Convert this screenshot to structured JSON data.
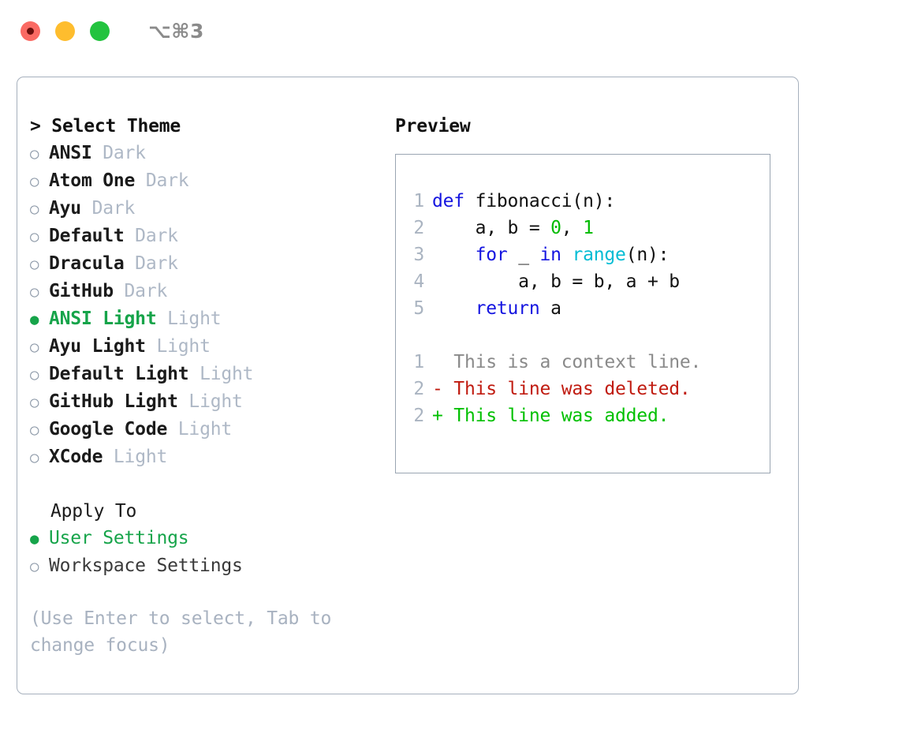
{
  "window": {
    "shortcut": "⌥⌘3",
    "traffic_lights": [
      {
        "name": "close",
        "color": "#fa6a63"
      },
      {
        "name": "minimize",
        "color": "#febd2e"
      },
      {
        "name": "maximize",
        "color": "#23c33f"
      }
    ]
  },
  "theme_section": {
    "header": "> Select Theme",
    "selected_bullet": "●",
    "unselected_bullet": "○",
    "items": [
      {
        "name": "ANSI",
        "category": "Dark",
        "selected": false
      },
      {
        "name": "Atom One",
        "category": "Dark",
        "selected": false
      },
      {
        "name": "Ayu",
        "category": "Dark",
        "selected": false
      },
      {
        "name": "Default",
        "category": "Dark",
        "selected": false
      },
      {
        "name": "Dracula",
        "category": "Dark",
        "selected": false
      },
      {
        "name": "GitHub",
        "category": "Dark",
        "selected": false
      },
      {
        "name": "ANSI Light",
        "category": "Light",
        "selected": true
      },
      {
        "name": "Ayu Light",
        "category": "Light",
        "selected": false
      },
      {
        "name": "Default Light",
        "category": "Light",
        "selected": false
      },
      {
        "name": "GitHub Light",
        "category": "Light",
        "selected": false
      },
      {
        "name": "Google Code",
        "category": "Light",
        "selected": false
      },
      {
        "name": "XCode",
        "category": "Light",
        "selected": false
      }
    ]
  },
  "apply_section": {
    "header": "Apply To",
    "items": [
      {
        "name": "User Settings",
        "selected": true
      },
      {
        "name": "Workspace Settings",
        "selected": false
      }
    ]
  },
  "hint": "(Use Enter to select, Tab to change focus)",
  "preview": {
    "title": "Preview",
    "code_lines": [
      {
        "number": "1",
        "tokens": [
          {
            "text": "def",
            "type": "kw"
          },
          {
            "text": " fibonacci(n):",
            "type": "txt"
          }
        ]
      },
      {
        "number": "2",
        "tokens": [
          {
            "text": "    a, b = ",
            "type": "txt"
          },
          {
            "text": "0",
            "type": "num"
          },
          {
            "text": ", ",
            "type": "txt"
          },
          {
            "text": "1",
            "type": "num"
          }
        ]
      },
      {
        "number": "3",
        "tokens": [
          {
            "text": "    ",
            "type": "txt"
          },
          {
            "text": "for",
            "type": "kw"
          },
          {
            "text": " _ ",
            "type": "txt"
          },
          {
            "text": "in",
            "type": "kw"
          },
          {
            "text": " ",
            "type": "txt"
          },
          {
            "text": "range",
            "type": "fn"
          },
          {
            "text": "(n):",
            "type": "txt"
          }
        ]
      },
      {
        "number": "4",
        "tokens": [
          {
            "text": "        a, b = b, a + b",
            "type": "txt"
          }
        ]
      },
      {
        "number": "5",
        "tokens": [
          {
            "text": "    ",
            "type": "txt"
          },
          {
            "text": "return",
            "type": "kw"
          },
          {
            "text": " a",
            "type": "txt"
          }
        ]
      }
    ],
    "diff_lines": [
      {
        "number": "1",
        "marker": " ",
        "text": "  This is a context line.",
        "type": "ctx"
      },
      {
        "number": "2",
        "marker": "-",
        "text": "- This line was deleted.",
        "type": "del"
      },
      {
        "number": "2",
        "marker": "+",
        "text": "+ This line was added.",
        "type": "add"
      }
    ]
  },
  "colors": {
    "accent_green": "#16a44a",
    "keyword_blue": "#1414e0",
    "function_cyan": "#00bcd4",
    "number_green": "#00bb00",
    "diff_deleted": "#c01b10",
    "diff_added": "#00c000",
    "muted": "#aeb8c6",
    "border": "#a6b0bd"
  }
}
